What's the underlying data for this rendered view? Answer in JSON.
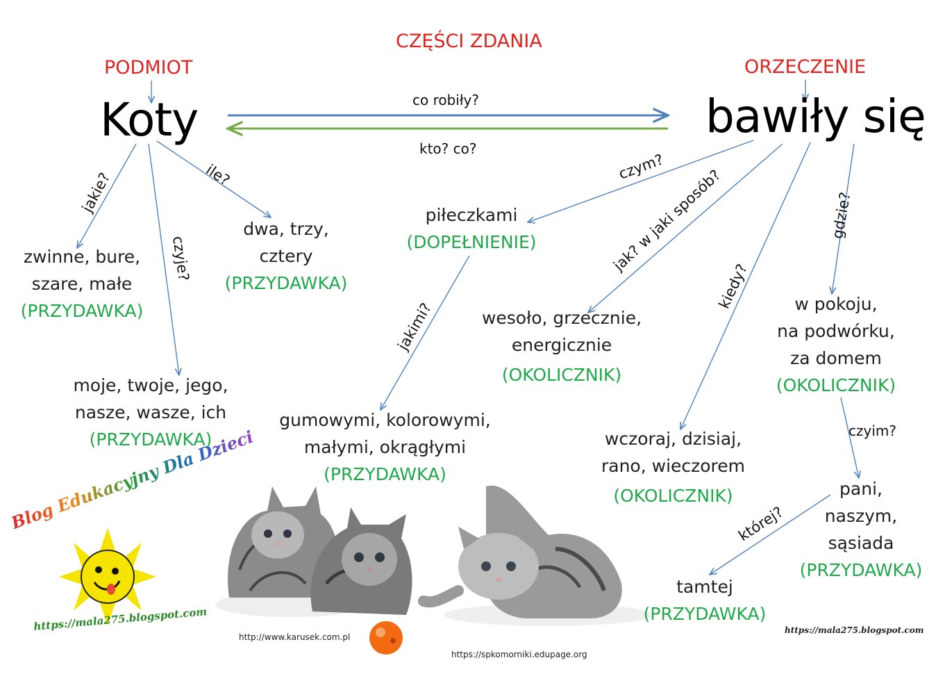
{
  "title": "CZĘŚCI ZDANIA",
  "subject": {
    "label": "PODMIOT",
    "word": "Koty"
  },
  "predicate": {
    "label": "ORZECZENIE",
    "word": "bawiły się"
  },
  "relations": {
    "forward": "co robiły?",
    "backward": "kto? co?"
  },
  "subject_branches": [
    {
      "question": "jakie?",
      "lines": [
        "zwinne, bure,",
        "szare, małe"
      ],
      "role": "(PRZYDAWKA)"
    },
    {
      "question": "czyje?",
      "lines": [
        "moje, twoje, jego,",
        "nasze, wasze, ich"
      ],
      "role": "(PRZYDAWKA)"
    },
    {
      "question": "ile?",
      "lines": [
        "dwa, trzy,",
        "cztery"
      ],
      "role": "(PRZYDAWKA)"
    }
  ],
  "object": {
    "question": "czym?",
    "word": "piłeczkami",
    "role": "(DOPEŁNIENIE)",
    "sub": {
      "question": "jakimi?",
      "lines": [
        "gumowymi, kolorowymi,",
        "małymi, okrągłymi"
      ],
      "role": "(PRZYDAWKA)"
    }
  },
  "manner": {
    "question": "jak? w jaki sposób?",
    "lines": [
      "wesoło, grzecznie,",
      "energicznie"
    ],
    "role": "(OKOLICZNIK)"
  },
  "time": {
    "question": "kiedy?",
    "lines": [
      "wczoraj, dzisiaj,",
      "rano, wieczorem"
    ],
    "role": "(OKOLICZNIK)"
  },
  "place": {
    "question": "gdzie?",
    "lines": [
      "w pokoju,",
      "na podwórku,",
      "za domem"
    ],
    "role": "(OKOLICZNIK)",
    "sub": {
      "question": "czyim?",
      "lines": [
        "pani,",
        "naszym,",
        "sąsiada"
      ],
      "role": "(PRZYDAWKA)",
      "sub": {
        "question": "której?",
        "lines": [
          "tamtej"
        ],
        "role": "(PRZYDAWKA)"
      }
    }
  },
  "logo": {
    "text": "Blog Edukacyjny Dla Dzieci",
    "url": "https://mala275.blogspot.com"
  },
  "credits": {
    "karusek": "http://www.karusek.com.pl",
    "spk": "https://spkomorniki.edupage.org",
    "blog": "https://mala275.blogspot.com"
  },
  "colors": {
    "label_red": "#e0231f",
    "role_green": "#1fa84a",
    "arrow_blue": "#4f81bd",
    "arrow_green": "#77ab48"
  }
}
